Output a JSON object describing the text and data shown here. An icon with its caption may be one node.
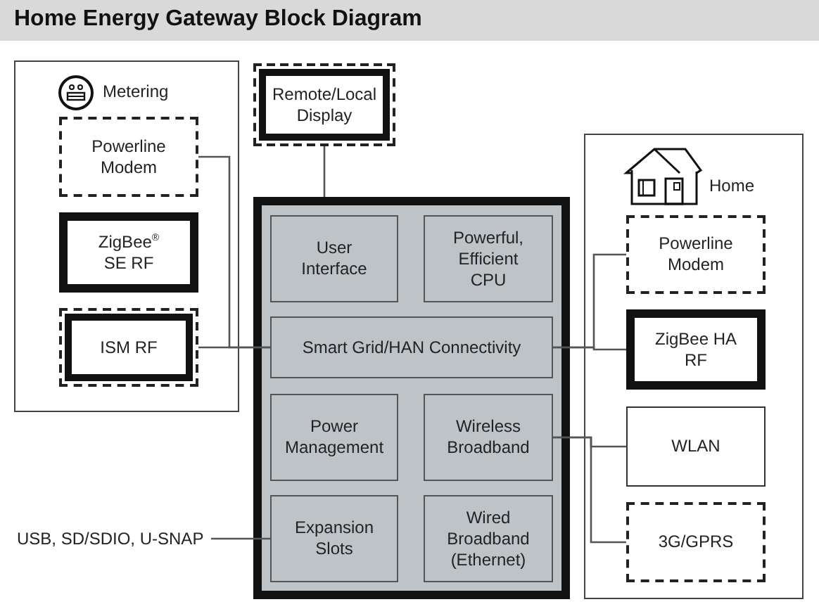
{
  "diagram": {
    "title": "Home Energy Gateway Block Diagram",
    "nodes": [
      {
        "text": [
          "Metering"
        ]
      },
      {
        "text": [
          "Powerline Modem"
        ],
        "in": 0
      },
      {
        "text": [
          "ZigBee$^{®}$ SE RF"
        ],
        "in": 0
      },
      {
        "text": [
          "ISM RF"
        ],
        "in": 0
      },
      {
        "text": [
          "Remote/Local Display"
        ]
      },
      {
        "text": [],
        "shape": "box"
      },
      {
        "text": [
          "User Interface"
        ],
        "in": 5
      },
      {
        "text": [
          "Powerful, Efficient CPU"
        ],
        "in": 5
      },
      {
        "text": [
          "Smart Grid/HAN Connectivity"
        ],
        "in": 5
      },
      {
        "text": [
          "Power Management"
        ],
        "in": 5
      },
      {
        "text": [
          "Wireless Broadband"
        ],
        "in": 5
      },
      {
        "text": [
          "Expansion Slots"
        ],
        "in": 5
      },
      {
        "text": [
          "Wired Broadband (Ethernet)"
        ],
        "in": 5
      },
      {
        "text": [
          "Home"
        ]
      },
      {
        "text": [
          "Powerline Modem"
        ],
        "in": 13
      },
      {
        "text": [
          "ZigBee HA RF"
        ],
        "in": 13
      },
      {
        "text": [
          "WLAN"
        ],
        "in": 13
      },
      {
        "text": [
          "3G/GPRS"
        ],
        "in": 13
      },
      {
        "text": [
          "USB, SD/SDIO, U-SNAP"
        ]
      }
    ],
    "edges": [
      {
        "from": 4,
        "to": 5,
        "arrow": "none"
      },
      {
        "from": 1,
        "to": 8,
        "arrow": "none"
      },
      {
        "from": 3,
        "to": 8,
        "arrow": "none"
      },
      {
        "from": 8,
        "to": 14,
        "arrow": "none"
      },
      {
        "from": 8,
        "to": 15,
        "arrow": "none"
      },
      {
        "from": 10,
        "to": 16,
        "arrow": "none"
      },
      {
        "from": 10,
        "to": 17,
        "arrow": "none"
      },
      {
        "from": 18,
        "to": 11,
        "arrow": "none"
      }
    ]
  }
}
